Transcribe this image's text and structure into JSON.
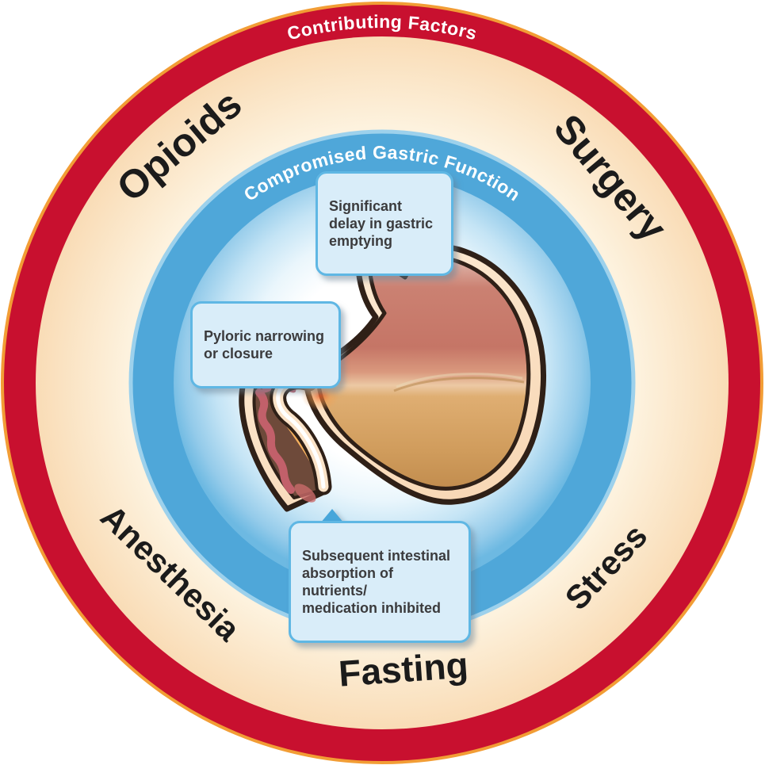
{
  "diagram": {
    "outer_ring_label": "Contributing Factors",
    "inner_circle_label": "Compromised Gastric Function",
    "factors": [
      {
        "id": "opioids",
        "label": "Opioids"
      },
      {
        "id": "surgery",
        "label": "Surgery"
      },
      {
        "id": "anesthesia",
        "label": "Anesthesia"
      },
      {
        "id": "stress",
        "label": "Stress"
      },
      {
        "id": "fasting",
        "label": "Fasting"
      }
    ],
    "callouts": [
      {
        "id": "gastric-emptying",
        "text": "Significant\ndelay in gastric\nemptying"
      },
      {
        "id": "pyloric-narrowing",
        "text": "Pyloric narrowing\nor closure"
      },
      {
        "id": "intestinal-absorption",
        "text": "Subsequent intestinal\nabsorption of nutrients/\nmedication inhibited"
      }
    ],
    "illustration": "stomach-cross-section",
    "colors": {
      "outer_rim_orange": "#F29D35",
      "ring_red": "#C8102F",
      "ring_cream": "#FBE3C2",
      "circle_blue": "#4FA7D9",
      "callout_fill": "#D9EDF9",
      "callout_border": "#5FB7E4",
      "callout_text": "#3B3B3D",
      "factor_text": "#1B1B1B",
      "glow_orange": "#EE5B24"
    }
  }
}
